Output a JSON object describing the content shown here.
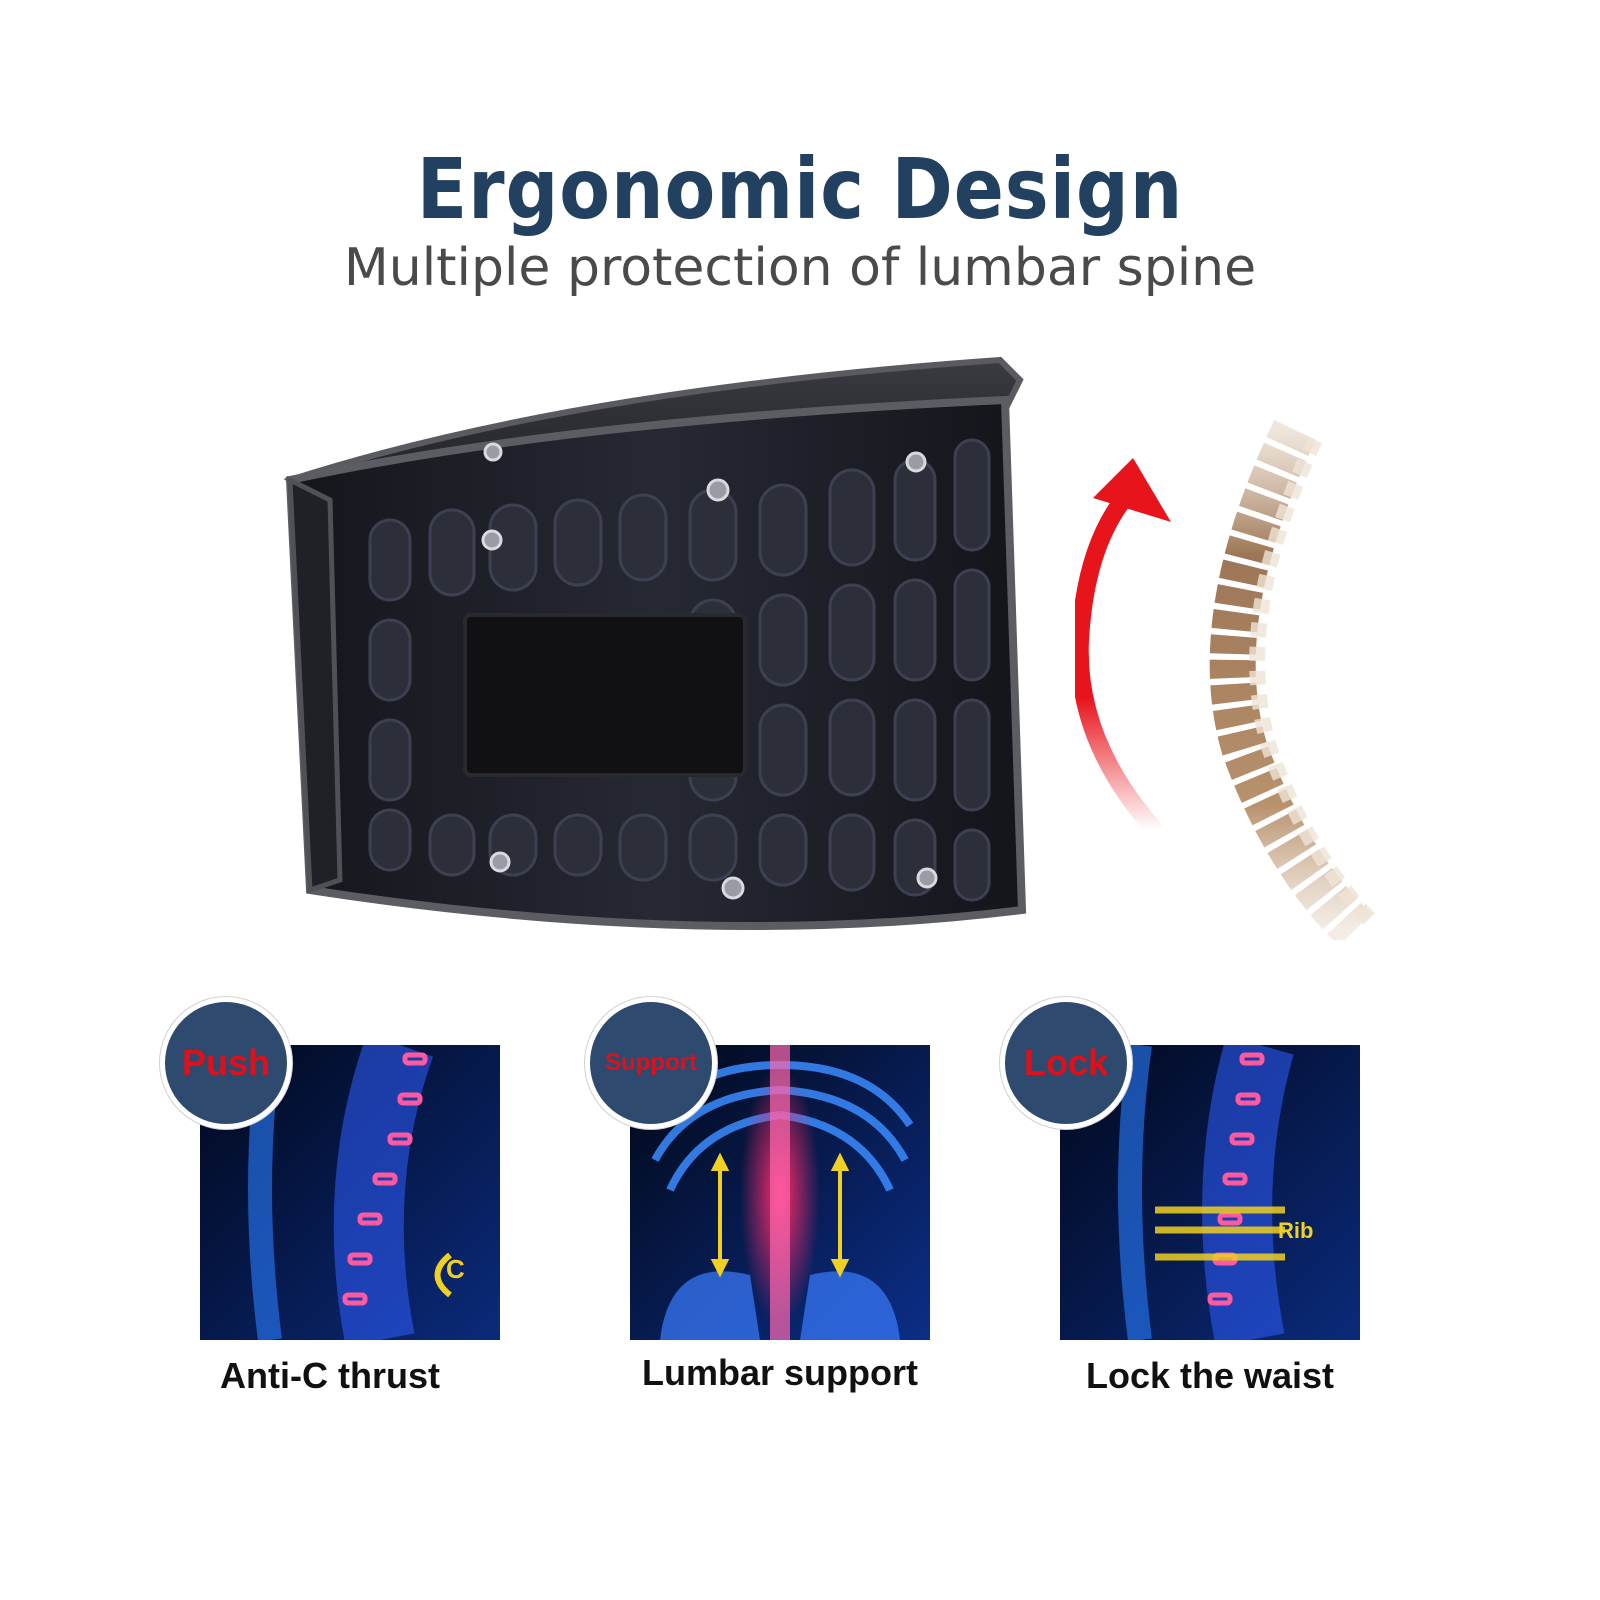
{
  "header": {
    "title": "Ergonomic  Design",
    "subtitle": "Multiple protection of lumbar spine"
  },
  "features": [
    {
      "badge": "Push",
      "caption": "Anti-C thrust",
      "tag": "C"
    },
    {
      "badge": "Support",
      "caption": "Lumbar support"
    },
    {
      "badge": "Lock",
      "caption": "Lock the waist",
      "tag": "Rib"
    }
  ],
  "colors": {
    "title": "#22405f",
    "subtitle": "#4a4a4a",
    "badge_bg": "#2e4a6e",
    "badge_text": "#e0101a",
    "arrow": "#e8141c",
    "xray_blue": "#1e5cff",
    "marker": "#f0d020"
  },
  "icons": {
    "belt": "lumbar-belt-image",
    "arrow": "curved-up-arrow-icon",
    "spine": "spine-illustration"
  }
}
